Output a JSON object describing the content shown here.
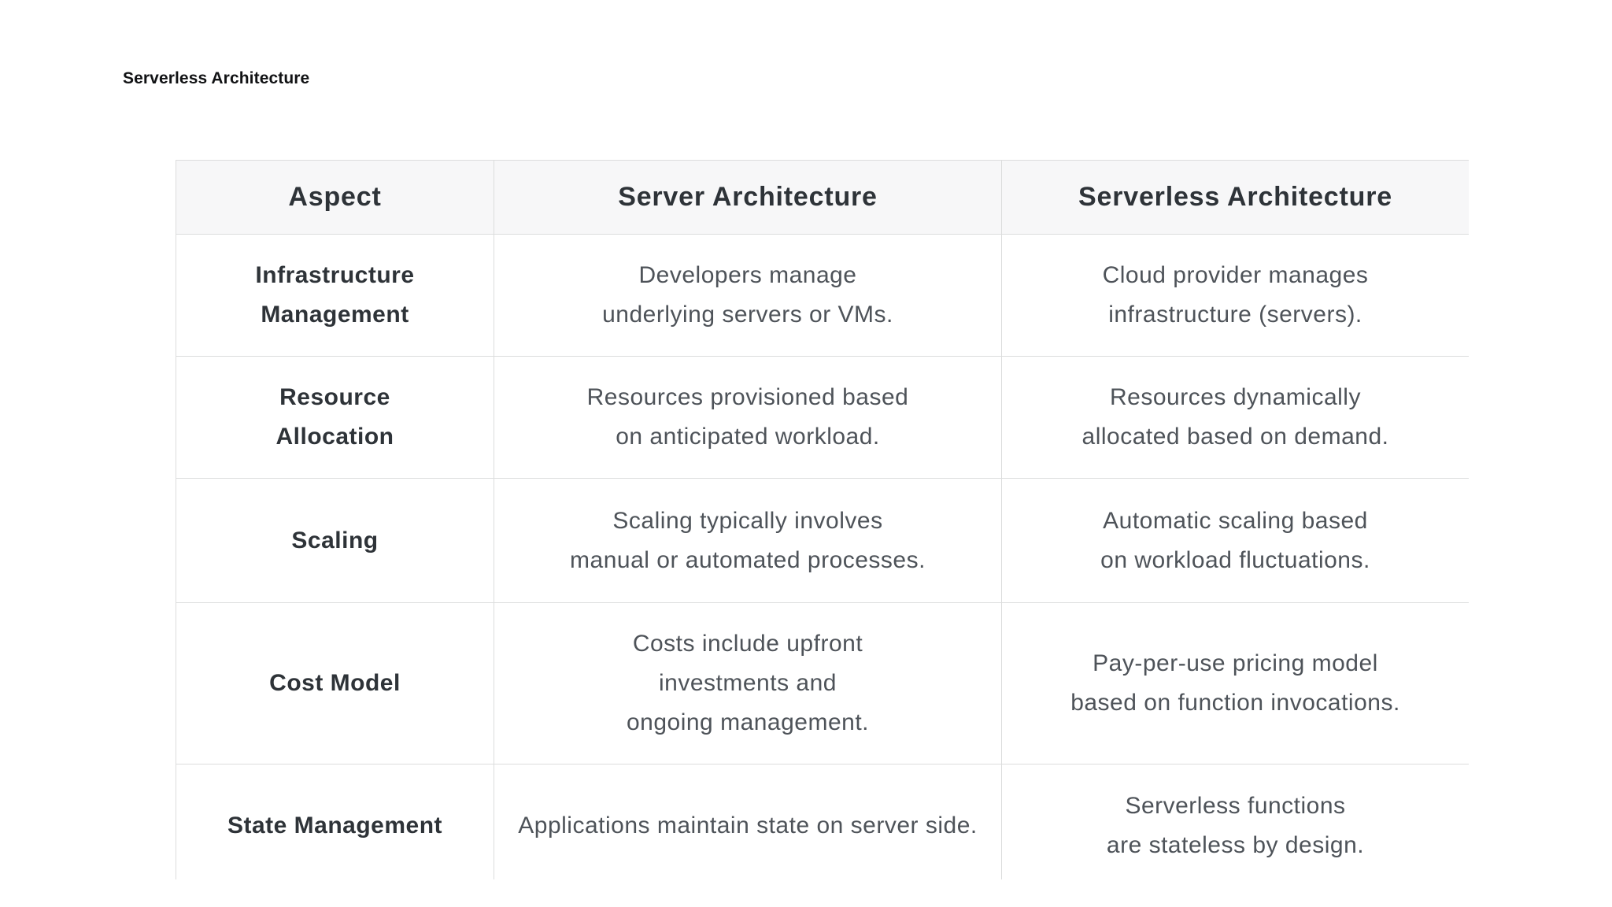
{
  "page": {
    "title": "Serverless Architecture"
  },
  "table": {
    "columns": [
      "Aspect",
      "Server Architecture",
      "Serverless Architecture"
    ],
    "rows": [
      {
        "aspect": "Infrastructure Management",
        "server": "Developers manage underlying servers or VMs.",
        "serverless": "Cloud provider manages infrastructure (servers)."
      },
      {
        "aspect": "Resource Allocation",
        "server": "Resources provisioned based on anticipated workload.",
        "serverless": "Resources dynamically allocated based on demand."
      },
      {
        "aspect": "Scaling",
        "server": "Scaling typically involves manual or automated processes.",
        "serverless": "Automatic scaling based on workload fluctuations."
      },
      {
        "aspect": "Cost Model",
        "server": "Costs include upfront investments and ongoing management.",
        "serverless": "Pay-per-use pricing model based on function invocations."
      },
      {
        "aspect": "State Management",
        "server": "Applications maintain state on server side.",
        "serverless": "Serverless functions are stateless by design."
      }
    ],
    "colors": {
      "header_background": "#f7f7f8",
      "border": "#dcdddd",
      "heading_text": "#2e3338",
      "body_text": "#4e5359",
      "title_text": "#111214"
    }
  }
}
